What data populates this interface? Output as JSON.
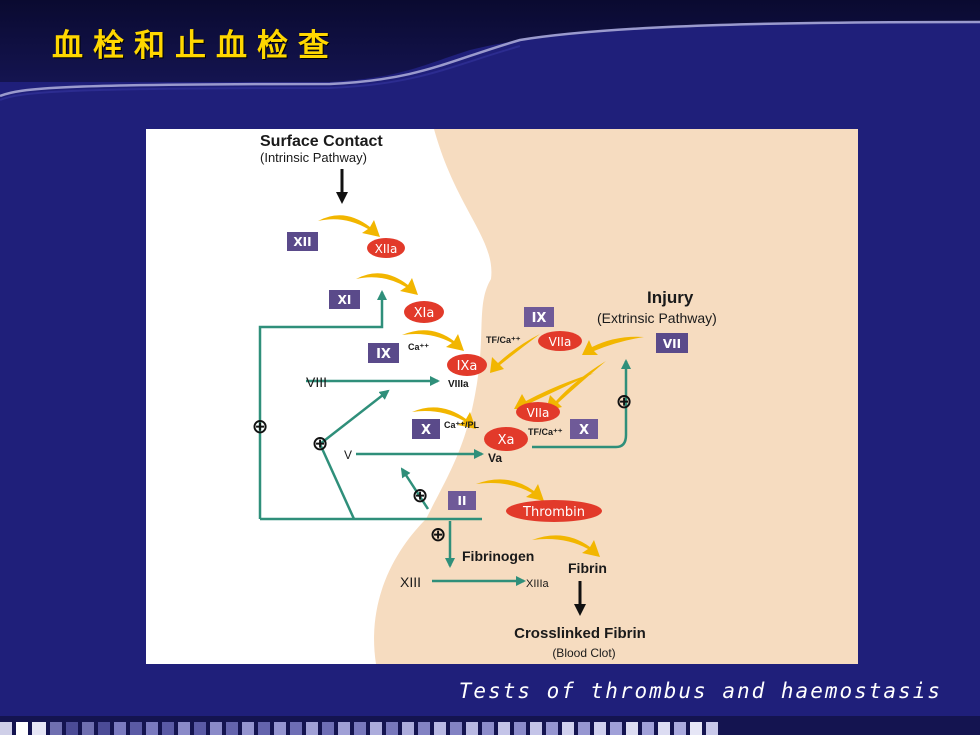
{
  "slide": {
    "title": "血栓和止血检查",
    "subtitle": "Tests of thrombus and haemostasis"
  },
  "diagram": {
    "intrinsic_title": "Surface Contact",
    "intrinsic_sub": "(Intrinsic Pathway)",
    "extrinsic_title": "Injury",
    "extrinsic_sub": "(Extrinsic Pathway)",
    "factors": {
      "xii": "XII",
      "xiia": "XIIa",
      "xi": "XI",
      "xia": "XIa",
      "ix": "IX",
      "ixa": "IXa",
      "ix_ext": "IX",
      "viia": "VIIa",
      "vii": "VII",
      "viii": "VIII",
      "viiia": "VIIIa",
      "x": "X",
      "viia2": "VIIa",
      "x_ext": "X",
      "xa": "Xa",
      "v": "V",
      "va": "Va",
      "ii": "II",
      "thrombin": "Thrombin",
      "fibrinogen": "Fibrinogen",
      "fibrin": "Fibrin",
      "xiii": "XIII",
      "xiiia": "XIIIa"
    },
    "cofactors": {
      "ca_1": "Ca⁺⁺",
      "tf_ca_1": "TF/Ca⁺⁺",
      "ca_pl": "Ca⁺⁺/PL",
      "tf_ca_2": "TF/Ca⁺⁺"
    },
    "plus": "⊕",
    "product": "Crosslinked Fibrin",
    "product_sub": "(Blood Clot)"
  },
  "colors": {
    "background": "#1f1f7a",
    "title": "#ffd700",
    "tan_region": "#f6dcc0",
    "factor_box": "#5a4a8a",
    "active_ellipse": "#e23a2a",
    "arrow_teal": "#2f8f7a",
    "arrow_gold": "#f2b600"
  }
}
